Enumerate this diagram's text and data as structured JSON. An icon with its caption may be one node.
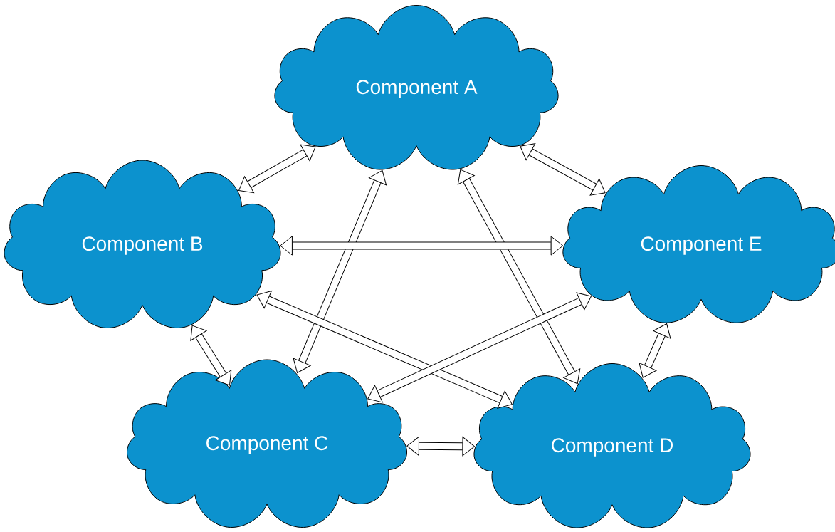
{
  "diagram": {
    "nodes": [
      {
        "text": [
          "Component A"
        ]
      },
      {
        "text": [
          "Component B"
        ]
      },
      {
        "text": [
          "Component E"
        ]
      },
      {
        "text": [
          "Component C"
        ]
      },
      {
        "text": [
          "Component D"
        ]
      }
    ],
    "edges": [
      {
        "from": 0,
        "to": 1,
        "arrow": "both"
      },
      {
        "from": 0,
        "to": 2,
        "arrow": "both"
      },
      {
        "from": 0,
        "to": 3,
        "arrow": "both"
      },
      {
        "from": 0,
        "to": 4,
        "arrow": "both"
      },
      {
        "from": 1,
        "to": 2,
        "arrow": "both"
      },
      {
        "from": 1,
        "to": 3,
        "arrow": "both"
      },
      {
        "from": 1,
        "to": 4,
        "arrow": "both"
      },
      {
        "from": 3,
        "to": 2,
        "arrow": "both"
      },
      {
        "from": 3,
        "to": 4,
        "arrow": "both"
      },
      {
        "from": 4,
        "to": 2,
        "arrow": "both"
      }
    ]
  }
}
